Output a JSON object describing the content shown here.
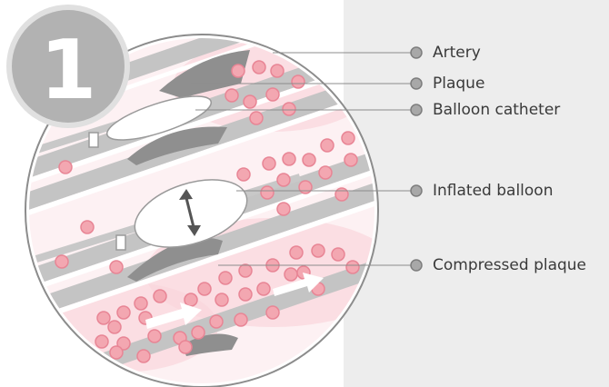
{
  "step": {
    "number": "1"
  },
  "labels": [
    {
      "id": "artery",
      "text": "Artery"
    },
    {
      "id": "plaque",
      "text": "Plaque"
    },
    {
      "id": "balloon-catheter",
      "text": "Balloon catheter"
    },
    {
      "id": "inflated-balloon",
      "text": "Inflated balloon"
    },
    {
      "id": "compressed-plaque",
      "text": "Compressed plaque"
    }
  ],
  "colors": {
    "badge_fill": "#b3b3b3",
    "badge_ring": "#d9d9d9",
    "vessel_wall": "#bdbdbd",
    "plaque": "#9a9a9a",
    "blood_cell": "#f0a3ad",
    "blood_cell_edge": "#e77a8a",
    "leader_dot": "#a8a8a8",
    "panel_bg": "#ededed"
  },
  "icons": [
    "step-number-badge",
    "expansion-arrow-icon",
    "blood-flow-arrow-icon"
  ]
}
